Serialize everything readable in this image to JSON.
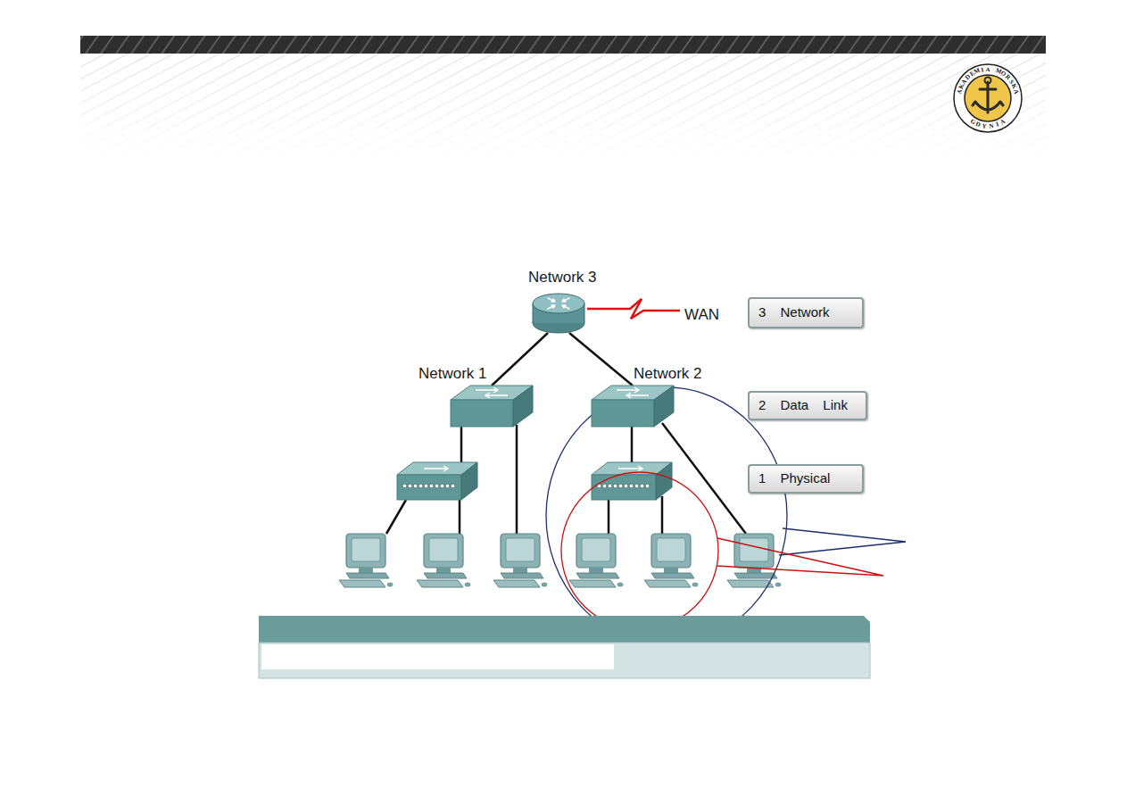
{
  "diagram": {
    "nodes": [
      {
        "text": [
          "Network 3"
        ]
      },
      {
        "text": [
          "3 Network"
        ]
      },
      {
        "text": [
          "Network 1"
        ]
      },
      {
        "text": [
          "Network 2"
        ]
      },
      {
        "text": [
          "2 Data Link"
        ]
      },
      {
        "text": [
          "1 Physical"
        ]
      }
    ],
    "edges": [
      {
        "from": 0,
        "to": 2,
        "arrow": "none"
      },
      {
        "from": 0,
        "to": 3,
        "arrow": "none"
      }
    ],
    "labels": [
      "WAN",
      "AKADEMIA MORSKA",
      "GDYNIA"
    ]
  }
}
